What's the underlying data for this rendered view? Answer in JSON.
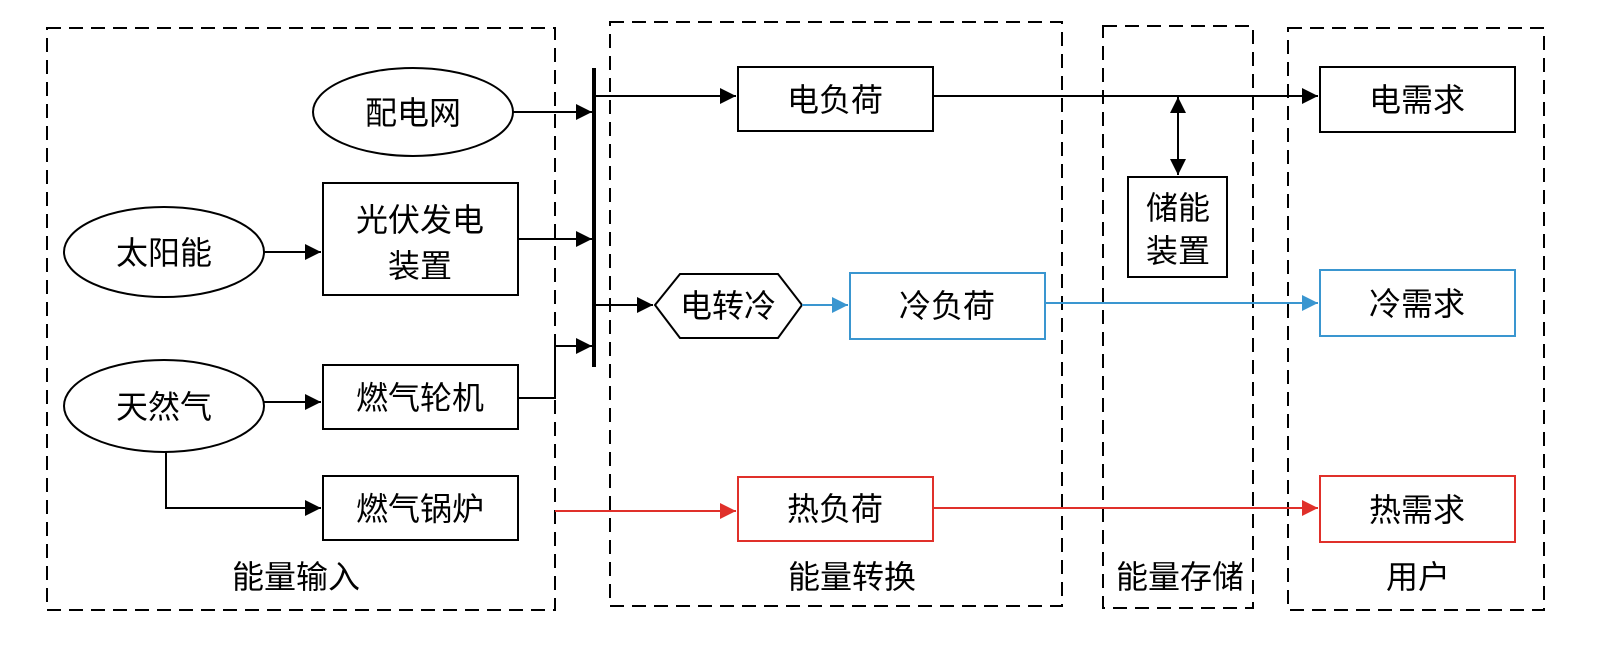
{
  "groups": {
    "input": "能量输入",
    "conversion": "能量转换",
    "storage": "能量存储",
    "user": "用户"
  },
  "sources": {
    "grid": "配电网",
    "solar": "太阳能",
    "gas": "天然气"
  },
  "devices": {
    "pv_line1": "光伏发电",
    "pv_line2": "装置",
    "turbine": "燃气轮机",
    "boiler": "燃气锅炉",
    "e2c": "电转冷",
    "storage_line1": "储能",
    "storage_line2": "装置"
  },
  "loads": {
    "elec": "电负荷",
    "cool": "冷负荷",
    "heat": "热负荷"
  },
  "demands": {
    "elec": "电需求",
    "cool": "冷需求",
    "heat": "热需求"
  },
  "colors": {
    "electric": "#000000",
    "cooling": "#3a96d0",
    "heating": "#e0302a"
  }
}
